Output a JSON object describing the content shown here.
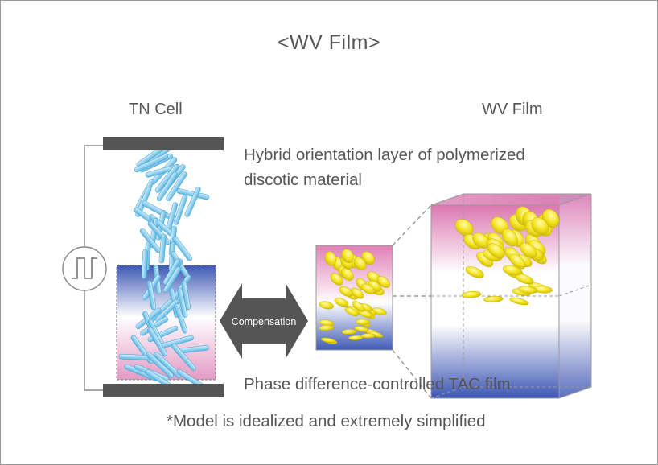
{
  "title": "<WV Film>",
  "labels": {
    "tn_cell": "TN Cell",
    "wv_film": "WV Film",
    "compensation": "Compensation"
  },
  "descriptions": {
    "hybrid_line1": "Hybrid orientation layer of polymerized",
    "hybrid_line2": "discotic material",
    "phase": "Phase difference-controlled TAC film"
  },
  "note": "*Model is idealized and extremely simplified",
  "colors": {
    "plate": "#555555",
    "rod": "#8fd3f2",
    "disc": "#f2e21c",
    "gradient_pink": "#e07fb4",
    "gradient_blue": "#3f59b5",
    "arrow": "#555555"
  }
}
